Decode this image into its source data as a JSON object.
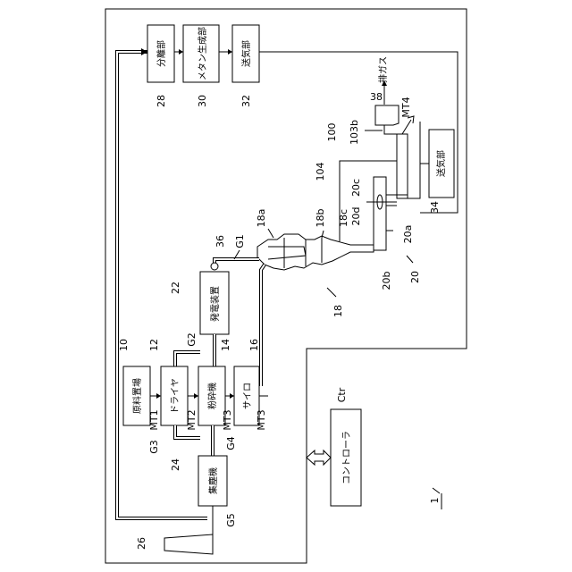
{
  "figure_number": "1",
  "blocks": {
    "separation": {
      "num": "28",
      "label": "分離部"
    },
    "methane": {
      "num": "30",
      "label": "メタン生成部"
    },
    "blower_top": {
      "num": "32",
      "label": "送気部"
    },
    "exhaust": {
      "num": "38",
      "label": "排ガス"
    },
    "blower_right": {
      "num": "34",
      "label": "送気部"
    },
    "generator": {
      "num": "22",
      "label": "発電装置"
    },
    "raw_storage": {
      "num": "10",
      "label": "原料置場"
    },
    "dryer": {
      "num": "12",
      "label": "ドライヤ"
    },
    "crusher": {
      "num": "14",
      "label": "粉砕機"
    },
    "silo": {
      "num": "16",
      "label": "サイロ"
    },
    "dust_collector": {
      "num": "24",
      "label": "集塵機"
    },
    "controller": {
      "num": "Ctr",
      "label": "コントローラ"
    }
  },
  "labels": {
    "mt1": "MT1",
    "mt2": "MT2",
    "mt3a": "MT3",
    "mt3b": "MT3",
    "mt4": "MT4",
    "g1": "G1",
    "g2": "G2",
    "g3": "G3",
    "g4": "G4",
    "g5": "G5",
    "n36": "36",
    "n26": "26",
    "n18a": "18a",
    "n18b": "18b",
    "n18c": "18c",
    "n18": "18",
    "n20": "20",
    "n20a": "20a",
    "n20b": "20b",
    "n20c": "20c",
    "n20d": "20d",
    "n100": "100",
    "n104": "104",
    "n103b": "103b"
  }
}
